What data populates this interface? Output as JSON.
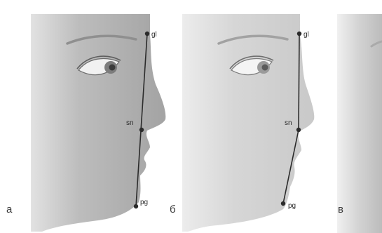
{
  "panels": [
    {
      "label": "а",
      "points": {
        "gl": "gl",
        "sn": "sn",
        "pg": "pg"
      }
    },
    {
      "label": "б",
      "points": {
        "gl": "gl",
        "sn": "sn",
        "pg": "pg"
      }
    },
    {
      "label": "в"
    }
  ]
}
